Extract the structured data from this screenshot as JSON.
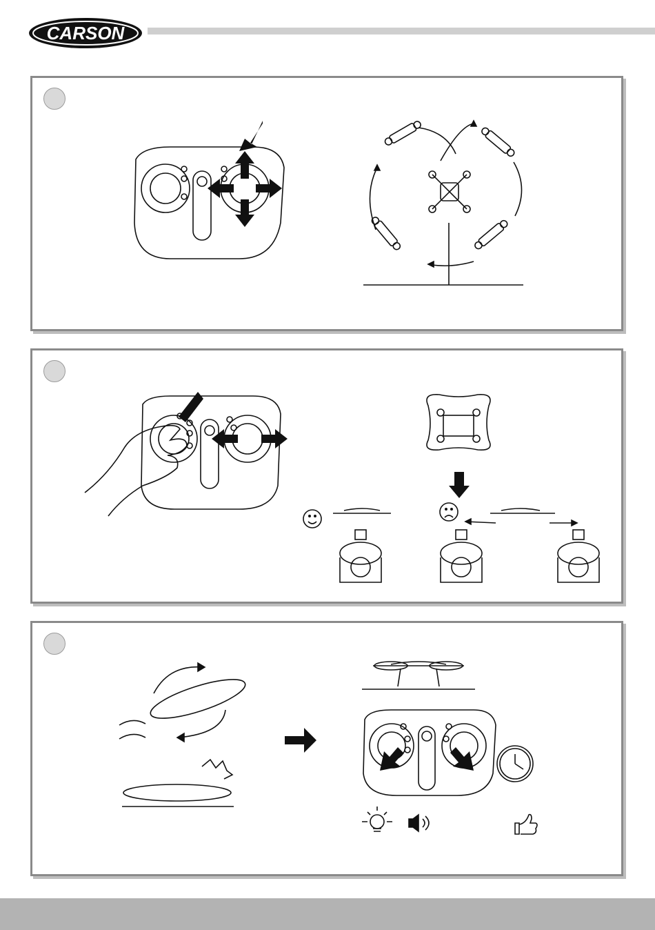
{
  "brand": {
    "logo_text": "CARSON"
  },
  "panels": [
    {
      "step": "",
      "content": "controller-right-stick-arrows-and-drone-flip-circle"
    },
    {
      "step": "",
      "content": "trim-button-press-and-drone-orientation-drift"
    },
    {
      "step": "",
      "content": "crash-recovery-and-stick-calibration"
    }
  ],
  "colors": {
    "line": "#111111",
    "panel_border": "#8a8a8a",
    "badge": "#d9d9d9",
    "footer": "#b3b3b3",
    "header_bar": "#cfcfcf"
  }
}
